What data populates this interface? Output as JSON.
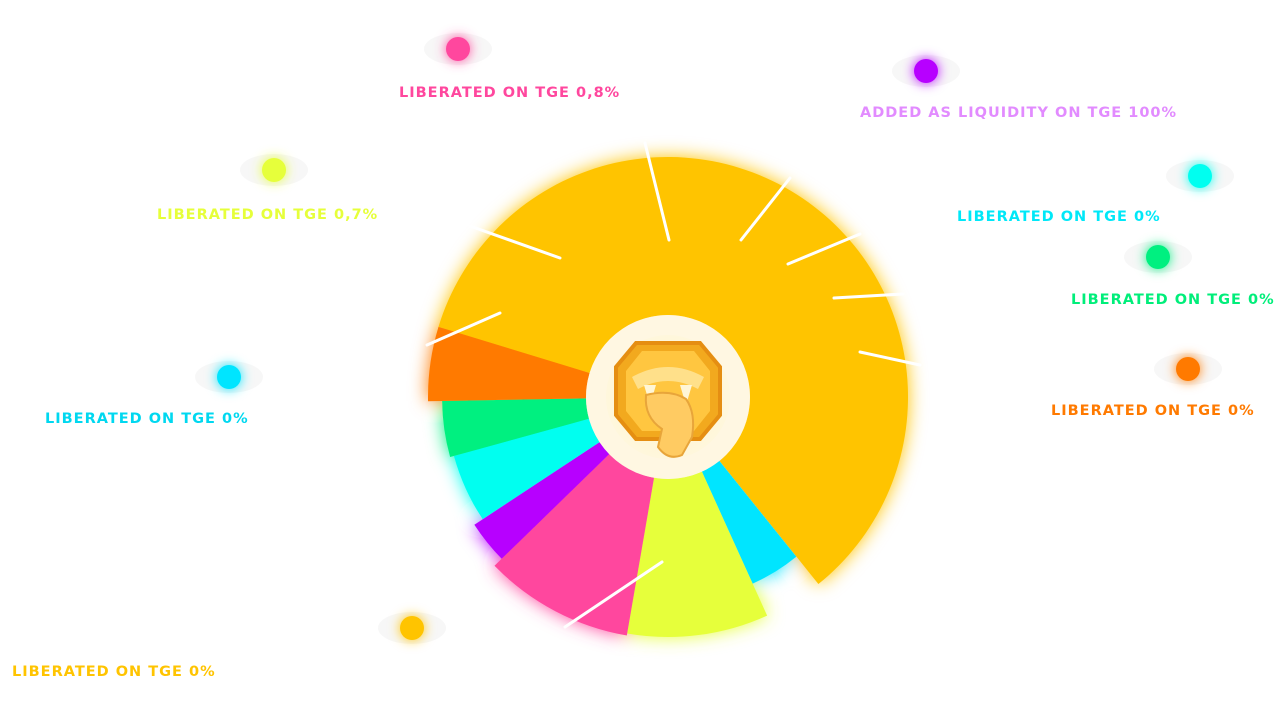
{
  "chart_data": {
    "type": "pie",
    "donut": true,
    "grid": false,
    "title": "",
    "legend": "callouts around chart",
    "center_icon": "fanged-mouth-logo-icon",
    "slices": [
      {
        "label": "LIBERATED ON TGE 0%",
        "value": 59.5,
        "color": "#FFC400",
        "icon": "dot-icon"
      },
      {
        "label": "LIBERATED ON TGE 0%",
        "value": 4,
        "color": "#00E5FF",
        "icon": "dot-icon"
      },
      {
        "label": "LIBERATED ON TGE 0,7%",
        "value": 9.5,
        "color": "#E6FF3A",
        "icon": "dot-icon"
      },
      {
        "label": "LIBERATED ON TGE 0,8%",
        "value": 10,
        "color": "#FF479E",
        "icon": "dot-icon"
      },
      {
        "label": "ADDED AS LIQUIDITY ON TGE 100%",
        "value": 3,
        "color": "#B700FF",
        "icon": "dot-icon"
      },
      {
        "label": "LIBERATED ON TGE 0%",
        "value": 5,
        "color": "#00FFF0",
        "icon": "dot-icon"
      },
      {
        "label": "LIBERATED ON TGE 0%",
        "value": 4,
        "color": "#00F080",
        "icon": "dot-icon"
      },
      {
        "label": "LIBERATED ON TGE 0%",
        "value": 5,
        "color": "#FF7A00",
        "icon": "dot-icon"
      }
    ]
  }
}
